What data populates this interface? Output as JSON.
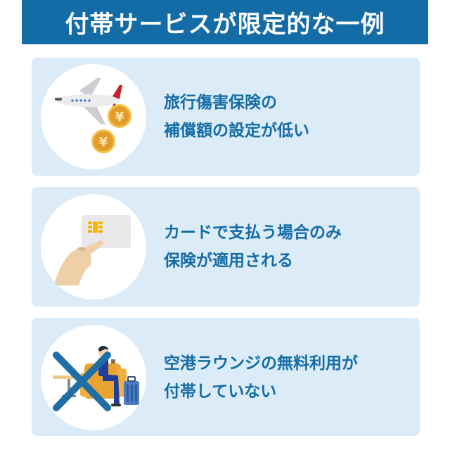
{
  "header": {
    "title": "付帯サービスが限定的な一例"
  },
  "colors": {
    "header_bg": "#146ca6",
    "card_bg": "#dbebf7",
    "text_accent": "#146ca6",
    "coin": "#e8a530",
    "x_mark": "#1f6fa6"
  },
  "cards": [
    {
      "icon": "airplane-yen-coins-icon",
      "lines": [
        "旅行傷害保険の",
        "補償額の設定が低い"
      ]
    },
    {
      "icon": "hand-holding-credit-card-icon",
      "lines": [
        "カードで支払う場合のみ",
        "保険が適用される"
      ]
    },
    {
      "icon": "airport-lounge-crossed-out-icon",
      "lines": [
        "空港ラウンジの無料利用が",
        "付帯していない"
      ]
    }
  ]
}
